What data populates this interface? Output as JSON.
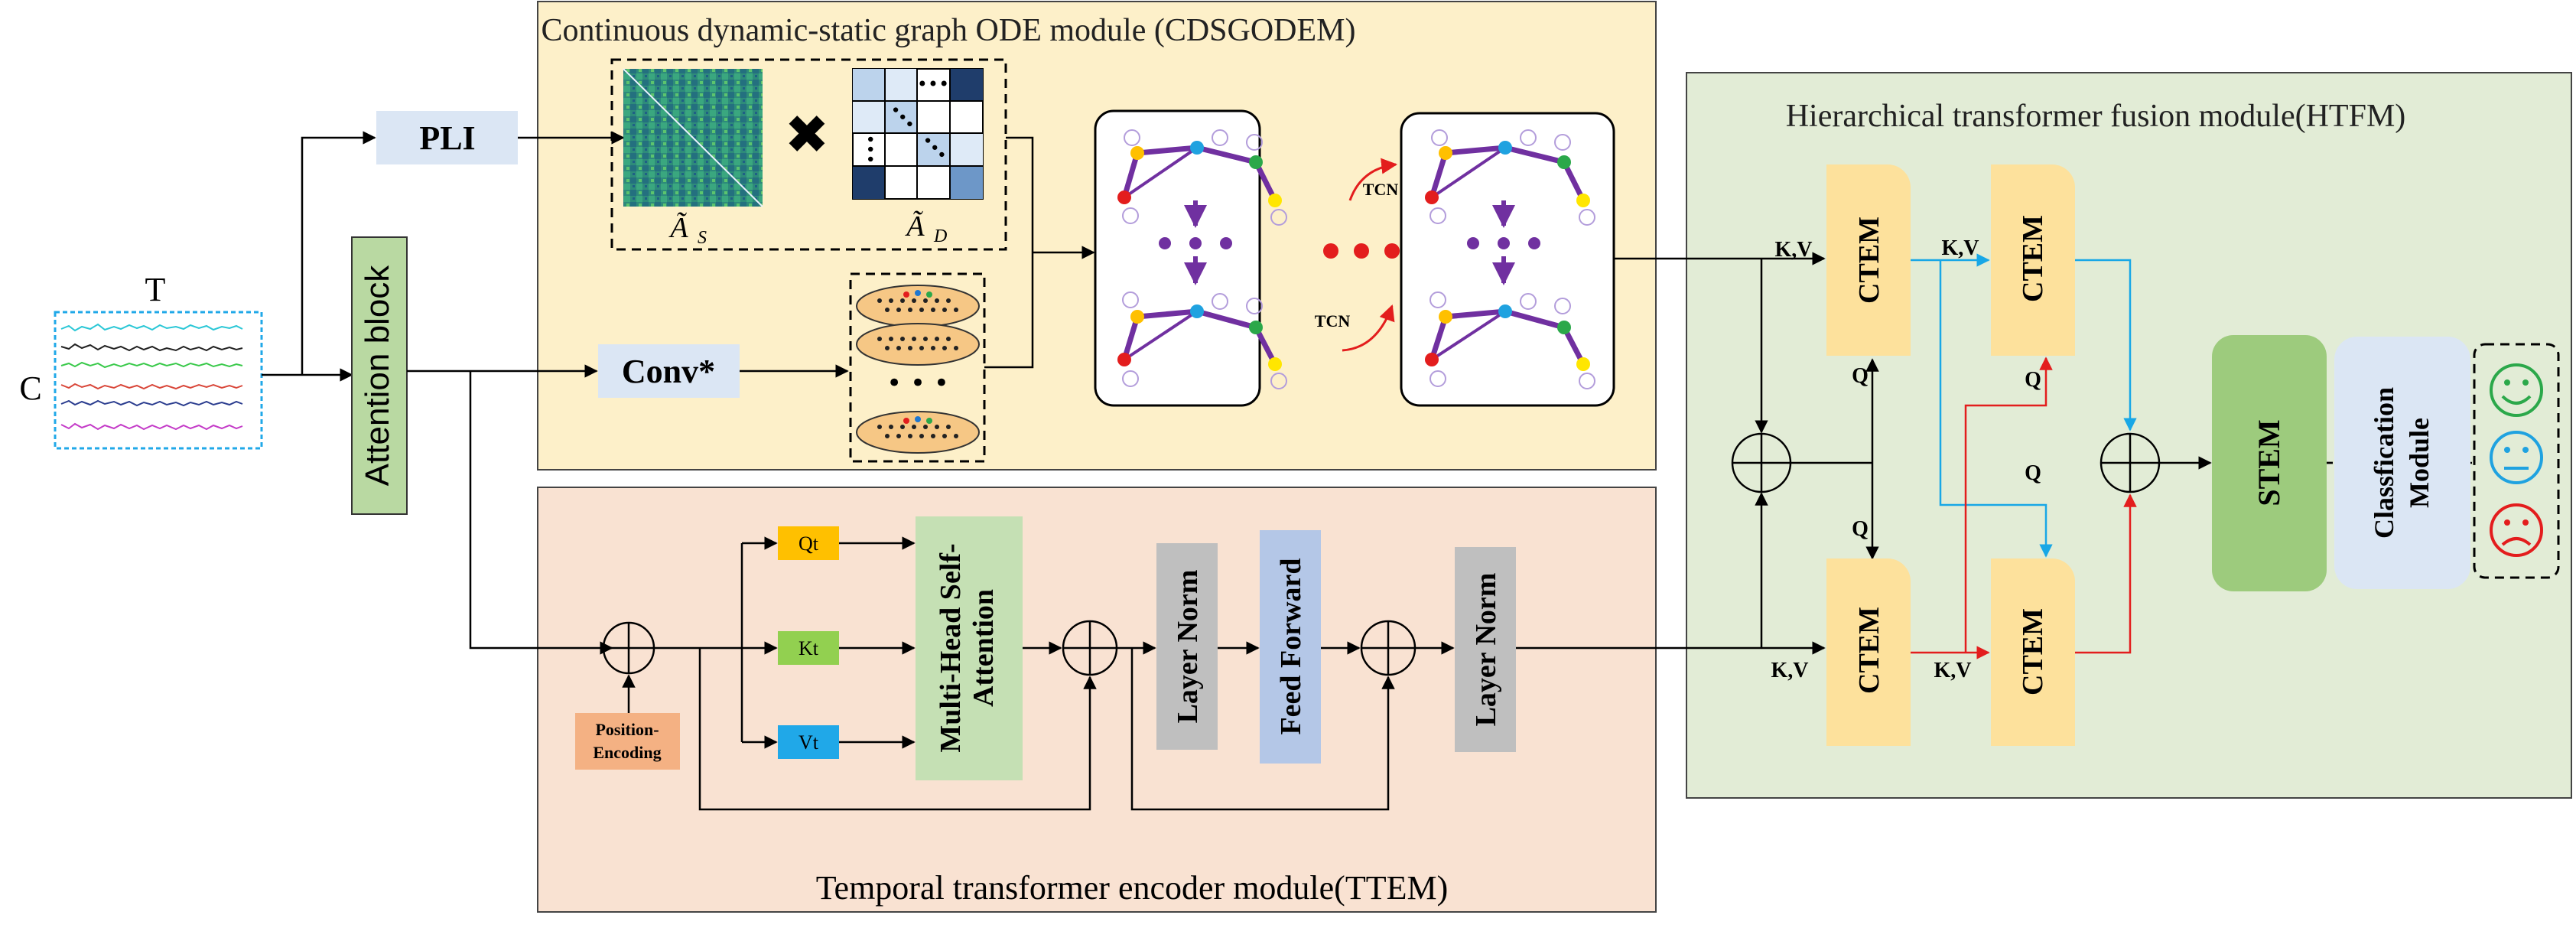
{
  "input": {
    "time_label": "T",
    "channel_label": "C"
  },
  "pli": {
    "label": "PLI"
  },
  "attention": {
    "label": "Attention block"
  },
  "conv": {
    "label": "Conv*"
  },
  "cdsgodem": {
    "title": "Continuous dynamic-static graph ODE module (CDSGODEM)",
    "a_s_label": "Ã",
    "a_s_sub": "S",
    "a_d_label": "Ã",
    "a_d_sub": "D",
    "multiply_symbol": "✖",
    "tcn_label_1": "TCN",
    "tcn_label_2": "TCN"
  },
  "ttem": {
    "title": "Temporal transformer encoder module(TTEM)",
    "position_encoding": [
      "Position-",
      "Encoding"
    ],
    "qt": "Qt",
    "kt": "Kt",
    "vt": "Vt",
    "mhsa": [
      "Multi-Head Self-",
      "Attention"
    ],
    "layer_norm_1": "Layer Norm",
    "feed_forward": "Feed Forward",
    "layer_norm_2": "Layer Norm"
  },
  "htfm": {
    "title": "Hierarchical transformer fusion module(HTFM)",
    "cte_label": "CTEM",
    "stem": "STEM",
    "classification": [
      "Classfication",
      "Module"
    ],
    "kv_label": "K,V",
    "q_label": "Q"
  },
  "colors": {
    "cdsgodem_bg": "#fdf0c9",
    "ttem_bg": "#f9e2d2",
    "htfm_bg": "#e2ecd6",
    "pli_box": "#dbe6f4",
    "attention_box": "#b9d9a2",
    "cte_box": "#fde19c",
    "stem_box": "#9dcb7d",
    "class_box": "#dbe6f4",
    "qt": "#ffc000",
    "kt": "#92d050",
    "vt": "#20a8e8",
    "pos_enc": "#f4b183",
    "mhsa": "#c5e0b4",
    "layer_norm": "#bfbfbf",
    "feed_forward": "#b4c7e7",
    "blue_line": "#18a7e6",
    "red_line": "#e31d1d",
    "graph_edge": "#7030a0"
  },
  "emotions": [
    "happy-face",
    "neutral-face",
    "sad-face"
  ]
}
